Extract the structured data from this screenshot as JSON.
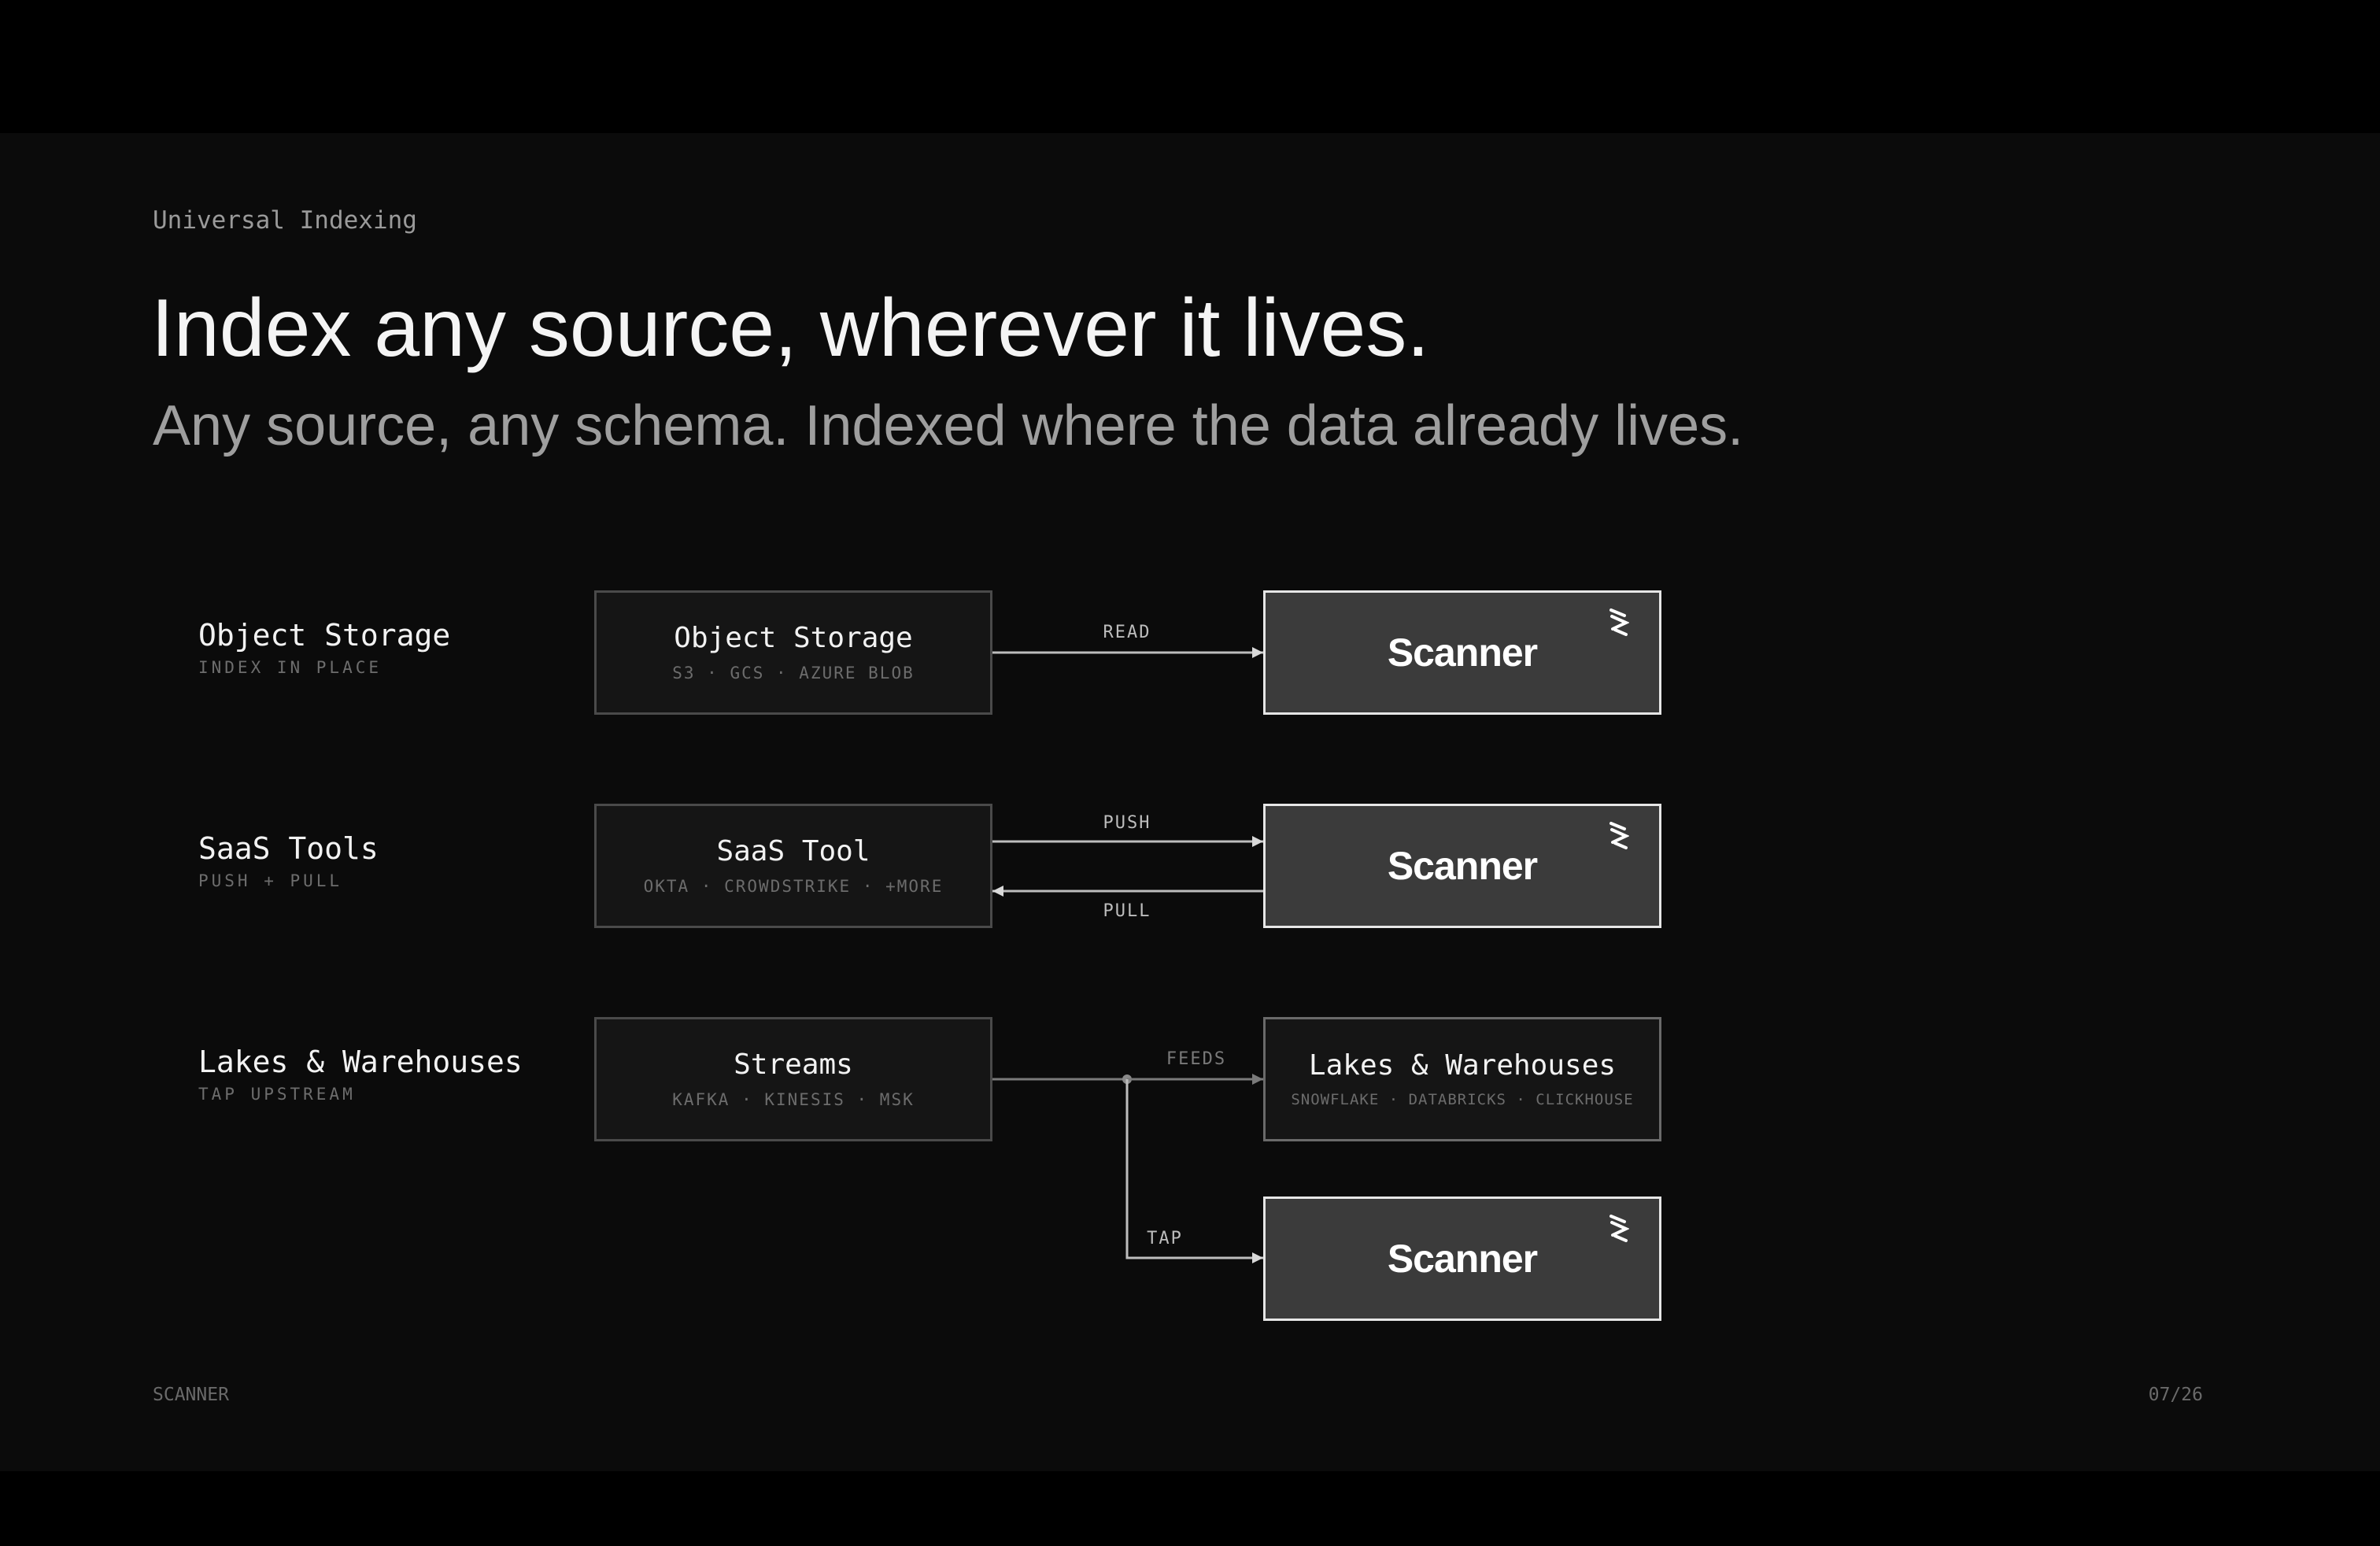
{
  "eyebrow": "Universal Indexing",
  "title": "Index any source, wherever it lives.",
  "subtitle": "Any source, any schema. Indexed where the data already lives.",
  "rows": [
    {
      "label": "Object Storage",
      "hint": "INDEX IN PLACE",
      "source": {
        "name": "Object Storage",
        "items": "S3 · GCS · AZURE BLOB"
      },
      "edges": [
        "READ"
      ]
    },
    {
      "label": "SaaS Tools",
      "hint": "PUSH + PULL",
      "source": {
        "name": "SaaS Tool",
        "items": "OKTA · CROWDSTRIKE · +MORE"
      },
      "edges": [
        "PUSH",
        "PULL"
      ]
    },
    {
      "label": "Lakes & Warehouses",
      "hint": "TAP UPSTREAM",
      "source": {
        "name": "Streams",
        "items": "KAFKA · KINESIS · MSK"
      },
      "destination": {
        "name": "Lakes & Warehouses",
        "items": "SNOWFLAKE · DATABRICKS · CLICKHOUSE"
      },
      "edges": [
        "FEEDS",
        "TAP"
      ]
    }
  ],
  "scanner_label": "Scanner",
  "scanner_icon": "scanner-logo-icon",
  "footer": {
    "brand": "SCANNER",
    "page": "07/26"
  },
  "colors": {
    "background": "#0b0b0b",
    "frame": "#000000",
    "text": "#f2f2f2",
    "muted": "#9e9e9e",
    "scanner_fill": "#3b3b3b",
    "scanner_border": "#e6e6e6"
  }
}
